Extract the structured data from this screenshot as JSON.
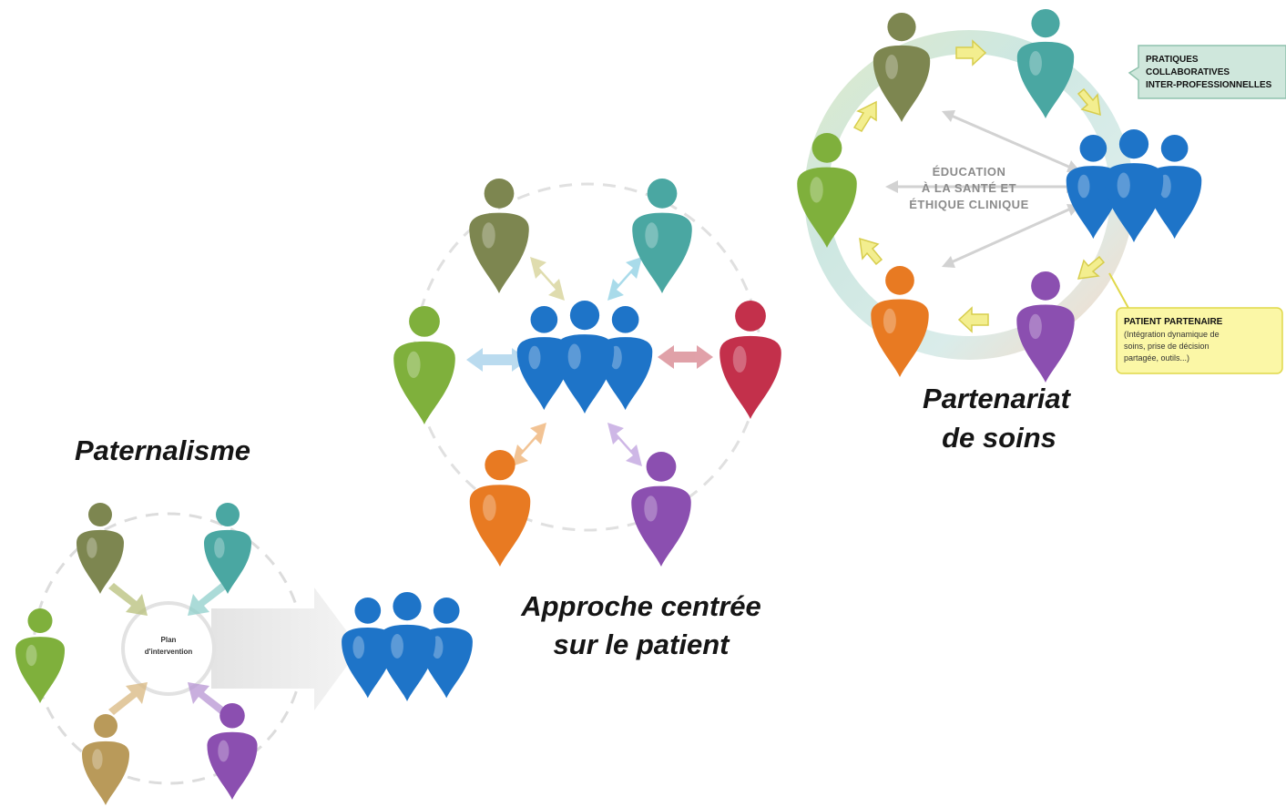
{
  "colors": {
    "olive": "#7d8650",
    "teal": "#4aa7a2",
    "green": "#7fb03c",
    "tan": "#b99a5a",
    "purple": "#8b4fb0",
    "blue": "#1e74c8",
    "red": "#c3304b",
    "orange": "#e87a22"
  },
  "stage_paternalisme": {
    "title": "Paternalisme",
    "center_label_line1": "Plan",
    "center_label_line2": "d'intervention"
  },
  "stage_approche": {
    "title_line1": "Approche centrée",
    "title_line2": "sur le patient"
  },
  "stage_partenariat": {
    "title_line1": "Partenariat",
    "title_line2": "de soins",
    "center_line1": "ÉDUCATION",
    "center_line2": "À LA SANTÉ ET",
    "center_line3": "ÉTHIQUE CLINIQUE",
    "box_pratiques_line1": "PRATIQUES",
    "box_pratiques_line2": "COLLABORATIVES",
    "box_pratiques_line3": "INTER-PROFESSIONNELLES",
    "box_patient_title": "PATIENT PARTENAIRE",
    "box_patient_line1": "(Intégration dynamique de",
    "box_patient_line2": "soins, prise de décision",
    "box_patient_line3": "partagée, outils...)"
  }
}
